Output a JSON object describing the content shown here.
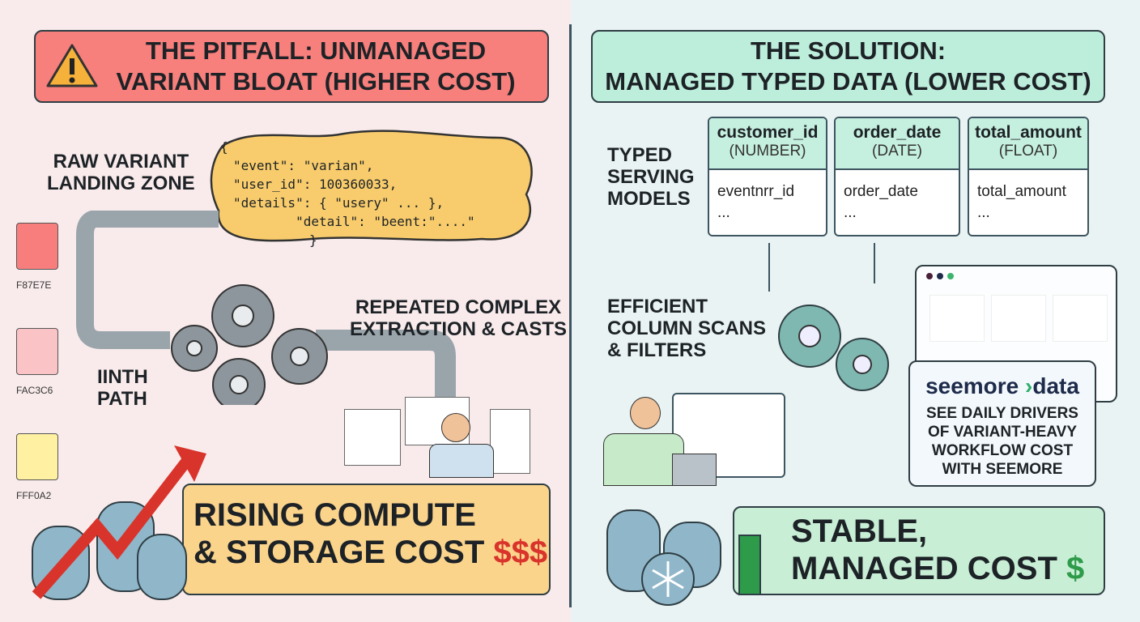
{
  "pitfall": {
    "title_line1": "THE PITFALL: UNMANAGED",
    "title_line2": "VARIANT BLOAT (HIGHER COST)",
    "landing_zone_label": "RAW VARIANT\nLANDING ZONE",
    "code_lines": [
      "{",
      "\"event\": \"varian\",",
      "\"user_id\": 100360033,",
      "\"details\": { \"usery\" ... },",
      "        \"detail\": \"beent:\"....\"",
      "}"
    ],
    "extraction_label": "REPEATED COMPLEX\nEXTRACTION & CASTS",
    "path_label": "IINTH\nPATH",
    "cost_line1": "RISING COMPUTE",
    "cost_line2": "& STORAGE COST",
    "cost_symbol": "$$$",
    "swatches": [
      {
        "label": "F87E7E",
        "color": "#F87E7E"
      },
      {
        "label": "FAC3C6",
        "color": "#FAC3C6"
      },
      {
        "label": "FFF0A2",
        "color": "#FFF0A2"
      }
    ]
  },
  "solution": {
    "title_line1": "THE SOLUTION:",
    "title_line2": "MANAGED TYPED DATA (LOWER COST)",
    "typed_label": "TYPED\nSERVING\nMODELS",
    "columns": [
      {
        "name": "customer_id",
        "type": "(NUMBER)",
        "value": "eventnrr_id",
        "more": "..."
      },
      {
        "name": "order_date",
        "type": "(DATE)",
        "value": "order_date",
        "more": "..."
      },
      {
        "name": "total_amount",
        "type": "(FLOAT)",
        "value": "total_amount",
        "more": "..."
      }
    ],
    "scan_label": "EFFICIENT\nCOLUMN SCANS\n& FILTERS",
    "brand_left": "seemore",
    "brand_arrow": "›",
    "brand_right": "data",
    "callout": "SEE DAILY DRIVERS\nOF VARIANT-HEAVY\nWORKFLOW COST\nWITH SEEMORE",
    "cost_line1": "STABLE,",
    "cost_line2": "MANAGED COST",
    "cost_symbol": "$"
  },
  "colors": {
    "pitfall_header": "#F87E7E",
    "solution_header": "#BDEEDB",
    "cost_red": "#D9342B",
    "cost_green": "#2E9B4A",
    "brand_green": "#2EAE6B"
  }
}
